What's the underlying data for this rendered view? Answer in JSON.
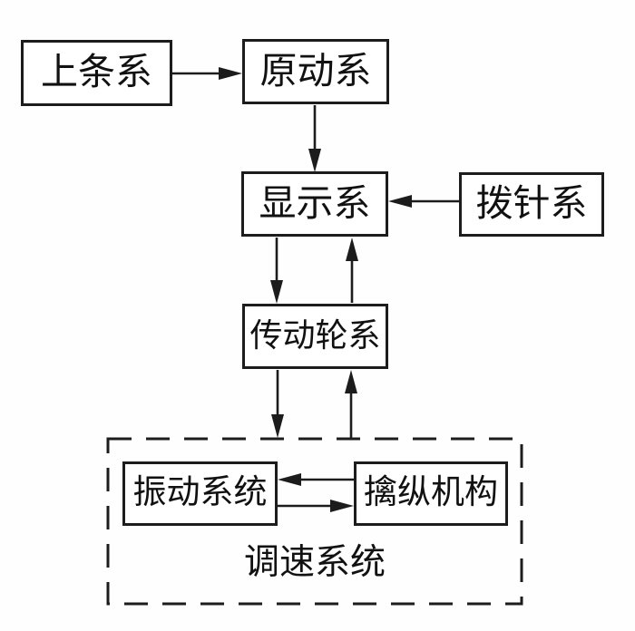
{
  "diagram": {
    "background": "#ffffff",
    "line_color": "#1c1c1c",
    "text_color": "#111111",
    "nodes": {
      "winding": {
        "label": "上条系"
      },
      "prime_mover": {
        "label": "原动系"
      },
      "display": {
        "label": "显示系"
      },
      "hand_setting": {
        "label": "拨针系"
      },
      "gear_train": {
        "label": "传动轮系"
      },
      "vibration": {
        "label": "振动系统"
      },
      "escapement": {
        "label": "擒纵机构"
      },
      "speed_regulation": {
        "label": "调速系统"
      }
    },
    "edges": [
      {
        "from": "上条系",
        "to": "原动系",
        "direction": "right"
      },
      {
        "from": "原动系",
        "to": "显示系",
        "direction": "down"
      },
      {
        "from": "拨针系",
        "to": "显示系",
        "direction": "left"
      },
      {
        "from": "显示系",
        "to": "传动轮系",
        "direction": "down"
      },
      {
        "from": "传动轮系",
        "to": "显示系",
        "direction": "up"
      },
      {
        "from": "传动轮系",
        "to": "调速系统",
        "direction": "down"
      },
      {
        "from": "调速系统",
        "to": "传动轮系",
        "direction": "up"
      },
      {
        "from": "擒纵机构",
        "to": "振动系统",
        "direction": "left"
      },
      {
        "from": "振动系统",
        "to": "擒纵机构",
        "direction": "right"
      }
    ]
  }
}
